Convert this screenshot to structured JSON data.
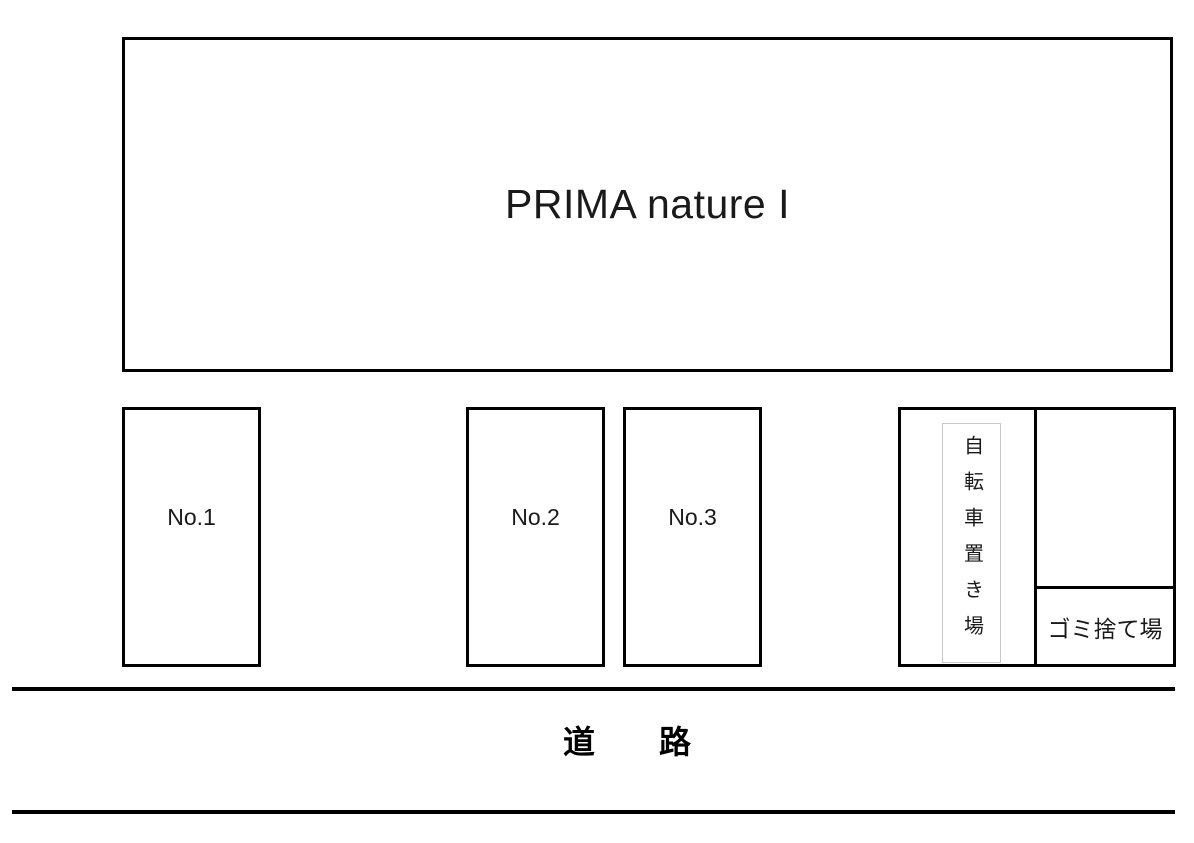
{
  "diagram": {
    "building": {
      "title": "PRIMA nature I"
    },
    "parking_spaces": [
      {
        "label": "No.1"
      },
      {
        "label": "No.2"
      },
      {
        "label": "No.3"
      }
    ],
    "bicycle_area": {
      "label": "自転車置き場"
    },
    "garbage_area": {
      "label": "ゴミ捨て場"
    },
    "road": {
      "label": "道路"
    }
  },
  "colors": {
    "background": "#ffffff",
    "line": "#000000",
    "text": "#1a1a1a",
    "bicycle_inner_border": "#c8c8c8"
  }
}
